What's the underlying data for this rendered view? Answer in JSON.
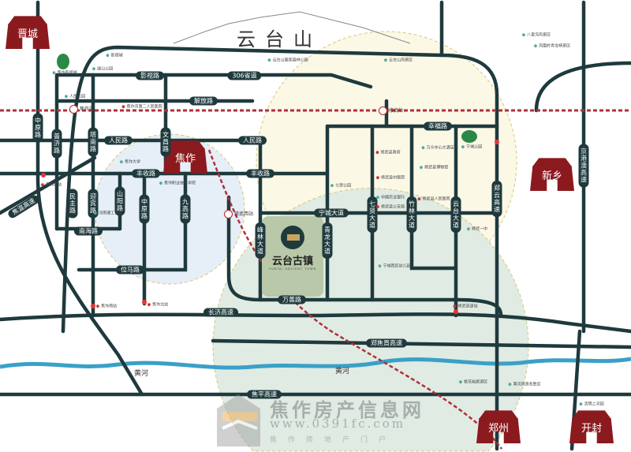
{
  "mountain": {
    "title": "云台山"
  },
  "project": {
    "name": "云台古镇",
    "english": "YUNTAI ANCIENT TOWN"
  },
  "cities": [
    "晋城",
    "焦作",
    "新乡",
    "郑州",
    "开封"
  ],
  "stations": [
    "焦作站",
    "修武站",
    "修武西站"
  ],
  "rivers": [
    "黄河",
    "黄河"
  ],
  "roads": {
    "yingshi": "影视路",
    "s306": "306省道",
    "jiefang": "解放路",
    "renmin1": "人民路",
    "renmin2": "人民路",
    "fengshou1": "丰收路",
    "fengshou2": "丰收路",
    "xingfu": "幸福路",
    "ningcheng": "宁城大道",
    "wanshan": "万善路",
    "changji": "长济高速",
    "zhengjiao": "郑焦晋高速",
    "weima": "位马路",
    "nanhai": "南海路",
    "jiaowen": "焦温高速",
    "jiaoping": "焦平高速",
    "zhongyuan1": "中原路",
    "puji": "普济路",
    "tanan": "塔南路",
    "wenchang": "文昌路",
    "minzhu": "民主路",
    "yingbin": "迎宾路",
    "shanyang": "山阳路",
    "zhongyuan2": "中原路",
    "jiugao": "九高路",
    "fenglin": "峰林大道",
    "qinglong": "青龙大道",
    "qixian": "七贤大道",
    "zhulin": "竹林大道",
    "yuntai": "云台大道",
    "zhengyun": "郑云高速",
    "jinggangao": "京港澳高速"
  },
  "pois": [
    "云台山国家森林公园",
    "云台山风景区",
    "八里沟风景区",
    "凤凰岭青龙峡景区",
    "焦作影视城",
    "缝山公园",
    "影视城",
    "焦作市第二人民医院",
    "人民公园",
    "焦作大学",
    "河南理工大学",
    "焦作职业技术学院",
    "焦作西站",
    "焦作南站",
    "焦作北站",
    "修武县人民医院",
    "宁城公园",
    "修武县政府",
    "修武县中医院",
    "中国农业银行",
    "修武县公安局",
    "七贤公园",
    "修武一中",
    "宁城西区幼儿园",
    "桃花峪旅游区",
    "黄河风景名胜区",
    "清明上河园",
    "修武高速站",
    "修武县博物馆",
    "万众中心大酒店"
  ],
  "watermark": {
    "title": "焦作房产信息网",
    "url": "www.0391fc.com",
    "slogan": "焦作房地产门户"
  },
  "colors": {
    "road": "#1f3a3d",
    "rail": "#b0303a",
    "city": "#8b1a1f",
    "river": "#3aa0c8",
    "zone_blue": "#e6eef8",
    "zone_green": "#e0ebe3",
    "zone_yellow": "#fbf8e6"
  }
}
